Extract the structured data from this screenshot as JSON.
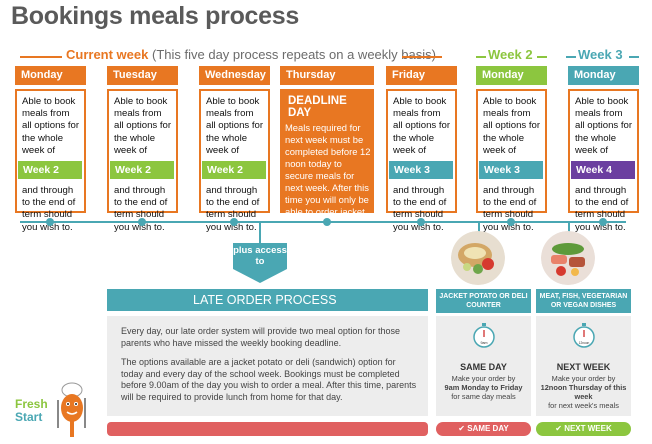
{
  "title": "Bookings meals process",
  "headers": {
    "current_week": "Current week",
    "current_week_note": "(This five day process repeats on a weekly basis)",
    "week2": "Week 2",
    "week3": "Week 3"
  },
  "days": [
    {
      "label": "Monday",
      "text_before": "Able to book meals from all options for the whole week of",
      "week": "Week 2",
      "text_after": "and through to the end of term should you wish to.",
      "week_color": "#8cc63f"
    },
    {
      "label": "Tuesday",
      "text_before": "Able to book meals from all options for the whole week of",
      "week": "Week 2",
      "text_after": "and through to the end of term should you wish to.",
      "week_color": "#8cc63f"
    },
    {
      "label": "Wednesday",
      "text_before": "Able to book meals from all options for the whole week of",
      "week": "Week 2",
      "text_after": "and through to the end of term should you wish to.",
      "week_color": "#8cc63f"
    },
    {
      "label": "Friday",
      "text_before": "Able to book meals from all options for the whole week of",
      "week": "Week 3",
      "text_after": "and through to the end of term should you wish to.",
      "week_color": "#4aa7b3"
    },
    {
      "label": "Monday",
      "text_before": "Able to book meals from all options for the whole week of",
      "week": "Week 3",
      "text_after": "and through to the end of term should you wish to.",
      "week_color": "#4aa7b3"
    },
    {
      "label": "Monday",
      "text_before": "Able to book meals from all options for the whole week of",
      "week": "Week 4",
      "text_after": "and through to the end of term should you wish to.",
      "week_color": "#6b3fa0"
    }
  ],
  "thursday": {
    "label": "Thursday",
    "deadline": "DEADLINE DAY",
    "text": "Meals required for next week must be completed before 12 noon today to secure meals for next week. After this time you will only be able to order jacket or deli for next week"
  },
  "plus_access": "plus access to",
  "late_order": {
    "title": "LATE ORDER PROCESS",
    "p1": "Every day, our late order system will provide two meal option for those parents who have missed the weekly booking deadline.",
    "p2": "The options available are a jacket potato or deli (sandwich) option for today and every day of the school week. Bookings must be completed before 9.00am of the day you wish to order a meal. After this time, parents will be required to provide lunch from home for that day."
  },
  "same_day": {
    "bar": "JACKET POTATO OR DELI COUNTER",
    "clock_label": "9am",
    "title": "SAME DAY",
    "text_1": "Make your order by",
    "text_bold": "9am Monday to Friday",
    "text_2": "for same day meals",
    "footer": "SAME DAY"
  },
  "next_week": {
    "bar": "MEAT, FISH, VEGETARIAN OR VEGAN DISHES",
    "clock_label": "12noon",
    "title": "NEXT WEEK",
    "text_1": "Make your order by",
    "text_bold": "12noon Thursday of this week",
    "text_2": "for next week's meals",
    "footer": "NEXT WEEK"
  },
  "logo": {
    "line1": "Fresh",
    "line2": "Start"
  },
  "colors": {
    "orange": "#e87722",
    "green": "#8cc63f",
    "teal": "#4aa7b3",
    "purple": "#6b3fa0",
    "red": "#e06060"
  }
}
